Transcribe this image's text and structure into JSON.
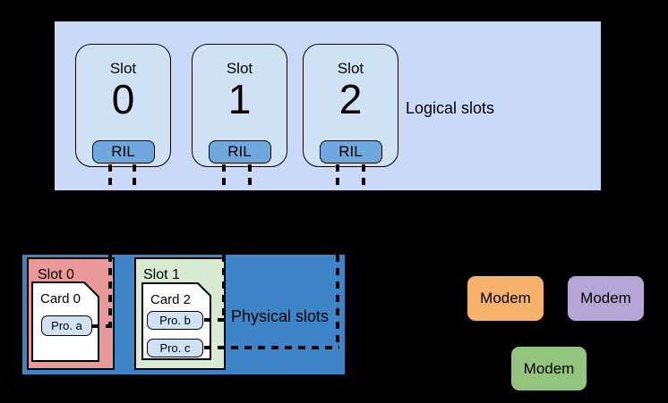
{
  "colors": {
    "background": "#000000",
    "logical_bg": "#c9daf8",
    "logical_slot_bg": "#cfe2f3",
    "ril_bg": "#6fa8dc",
    "physical_bg": "#3d85c6",
    "physical_slot0_bg": "#ea9999",
    "physical_slot1_bg": "#d9ead3",
    "card_bg": "#ffffff",
    "profile_bg": "#cfe2f3",
    "modem0_bg": "#f6b26b",
    "modem1_bg": "#b4a7d6",
    "modem2_bg": "#93c47d",
    "line": "#000000"
  },
  "logical": {
    "label": "Logical slots",
    "slots": [
      {
        "title": "Slot",
        "number": "0",
        "ril": "RIL"
      },
      {
        "title": "Slot",
        "number": "1",
        "ril": "RIL"
      },
      {
        "title": "Slot",
        "number": "2",
        "ril": "RIL"
      }
    ]
  },
  "physical": {
    "label": "Physical slots",
    "slots": [
      {
        "label": "Slot 0",
        "card": {
          "label": "Card 0",
          "profiles": [
            "Pro. a"
          ]
        }
      },
      {
        "label": "Slot 1",
        "card": {
          "label": "Card 2",
          "profiles": [
            "Pro. b",
            "Pro. c"
          ]
        }
      }
    ]
  },
  "modems": [
    "Modem",
    "Modem",
    "Modem"
  ]
}
